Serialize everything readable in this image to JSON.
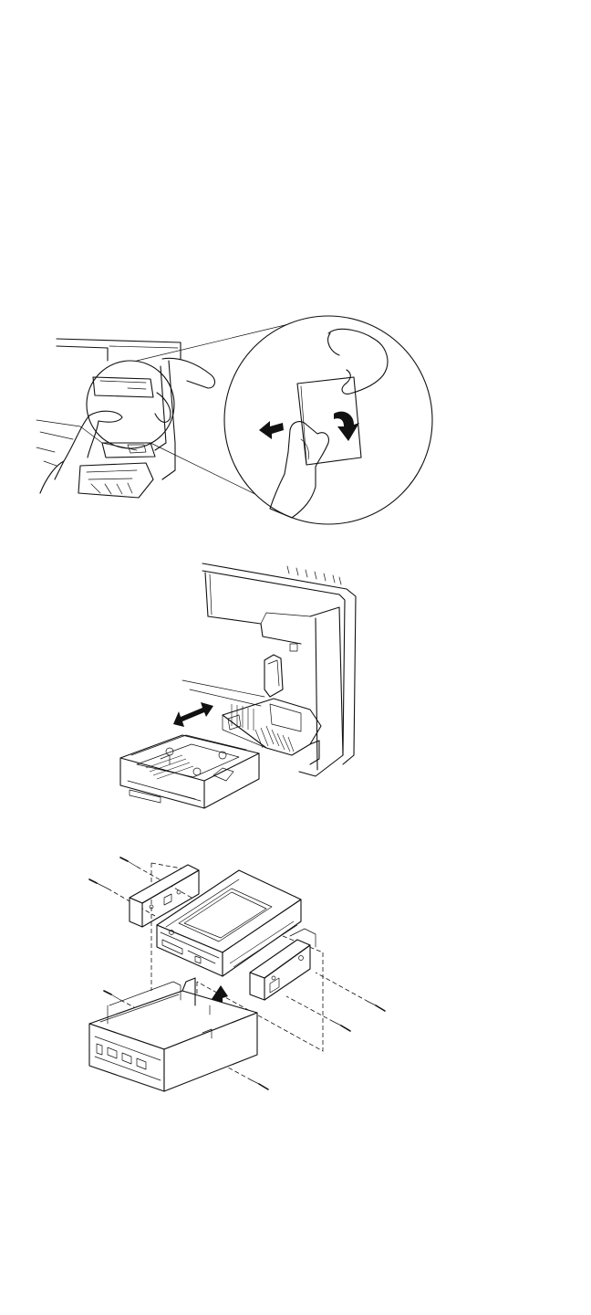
{
  "figures": [
    {
      "id": "remove-bezel",
      "description_icons": [
        "hand-icon",
        "arrow-left-icon",
        "curved-arrow-icon",
        "magnifier-circle-icon"
      ]
    },
    {
      "id": "slide-tray",
      "description_icons": [
        "double-arrow-icon"
      ]
    },
    {
      "id": "exploded-assembly",
      "description_icons": [
        "screw-icon",
        "arrow-up-icon"
      ]
    }
  ],
  "colors": {
    "ink": "#111111",
    "paper": "#ffffff"
  }
}
